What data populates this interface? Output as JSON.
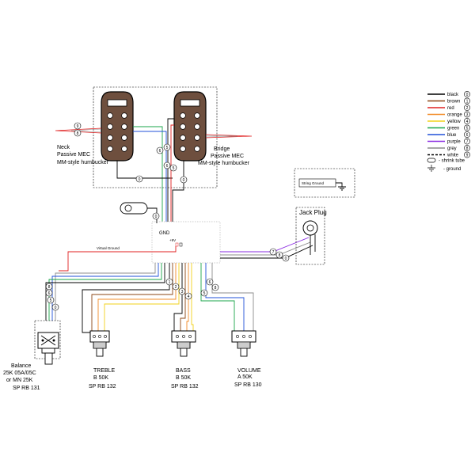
{
  "legend": {
    "items": [
      {
        "label": "black",
        "num": "0",
        "color": "#000000"
      },
      {
        "label": "brown",
        "num": "1",
        "color": "#8b4513"
      },
      {
        "label": "red",
        "num": "2",
        "color": "#e02020"
      },
      {
        "label": "orange",
        "num": "3",
        "color": "#f28c28"
      },
      {
        "label": "yellow",
        "num": "4",
        "color": "#f2d21a"
      },
      {
        "label": "green",
        "num": "5",
        "color": "#1aa64a"
      },
      {
        "label": "blue",
        "num": "6",
        "color": "#2050d8"
      },
      {
        "label": "purple",
        "num": "7",
        "color": "#8a2be2"
      },
      {
        "label": "grey",
        "num": "8",
        "color": "#8c8c8c"
      },
      {
        "label": "white",
        "num": "9",
        "color": "#ffffff"
      }
    ],
    "shrink_tube": "- shrink tube",
    "ground": "- ground"
  },
  "pickups": {
    "neck_line1": "Neck",
    "neck_line2": "Passive MEC",
    "neck_line3": "MM-style humbucker",
    "bridge_line1": "Bridge",
    "bridge_line2": "Passive MEC",
    "bridge_line3": "MM-style humbucker"
  },
  "preamp": {
    "gnd": "GND",
    "plus9v": "+9V",
    "virtual_ground": "Virtual Ground"
  },
  "string_ground": "String Ground",
  "jack_plug": "Jack Plug",
  "pots": {
    "balance": [
      "Balance",
      "25K 05A/05C",
      "or MN 25K",
      "SP RB 131"
    ],
    "treble": [
      "TREBLE",
      "B 50K",
      "SP RB 132"
    ],
    "bass": [
      "BASS",
      "B 50K",
      "SP RB 132"
    ],
    "volume": [
      "VOLUME",
      "A 50K",
      "SP RB 130"
    ]
  },
  "wire_numbers": {
    "neck_left_top": "9",
    "neck_left_bottom": "8",
    "neck_right_a": "6",
    "neck_right_b": "5",
    "neck_bottom": "0",
    "bridge_bottom": "0",
    "bridge_left": "6",
    "bridge_right": "5",
    "ground_lug": "0",
    "jack_a": "7",
    "jack_b": "8",
    "jack_c": "0",
    "bal_1": "8",
    "bal_2": "6",
    "bal_3": "5",
    "bal_4": "0",
    "pot_1": "1",
    "pot_2": "2",
    "pot_3": "3",
    "pot_4": "4",
    "pot_5": "5",
    "pot_6": "6",
    "pot_7": "8"
  }
}
